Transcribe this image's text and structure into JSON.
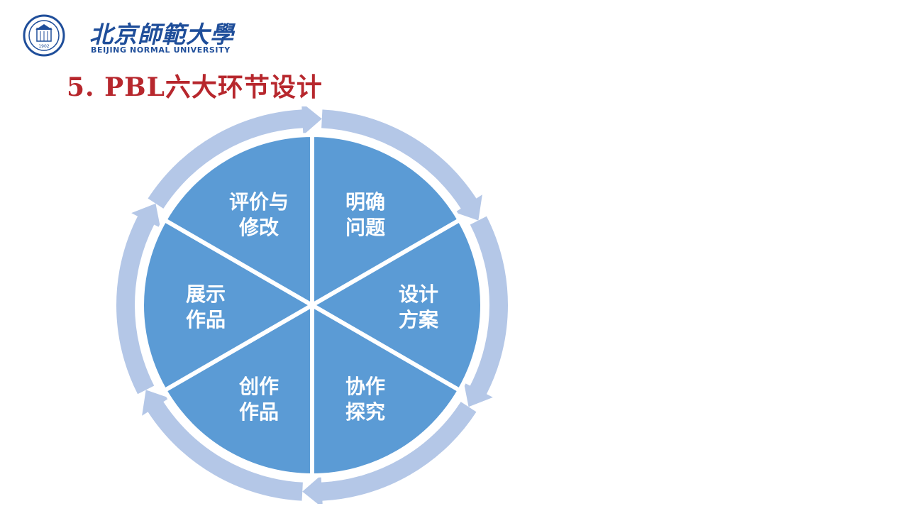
{
  "header": {
    "logo_cn": "北京師範大學",
    "logo_en": "BEIJING NORMAL UNIVERSITY",
    "seal_year": "1902"
  },
  "slide": {
    "title": "5.  PBL六大环节设计"
  },
  "cycle": {
    "segments": [
      {
        "line1": "明确",
        "line2": "问题"
      },
      {
        "line1": "设计",
        "line2": "方案"
      },
      {
        "line1": "协作",
        "line2": "探究"
      },
      {
        "line1": "创作",
        "line2": "作品"
      },
      {
        "line1": "展示",
        "line2": "作品"
      },
      {
        "line1": "评价与",
        "line2": "修改"
      }
    ],
    "colors": {
      "segment_fill": "#5b9bd5",
      "arrow_fill": "#b4c7e7",
      "divider": "#ffffff"
    }
  }
}
